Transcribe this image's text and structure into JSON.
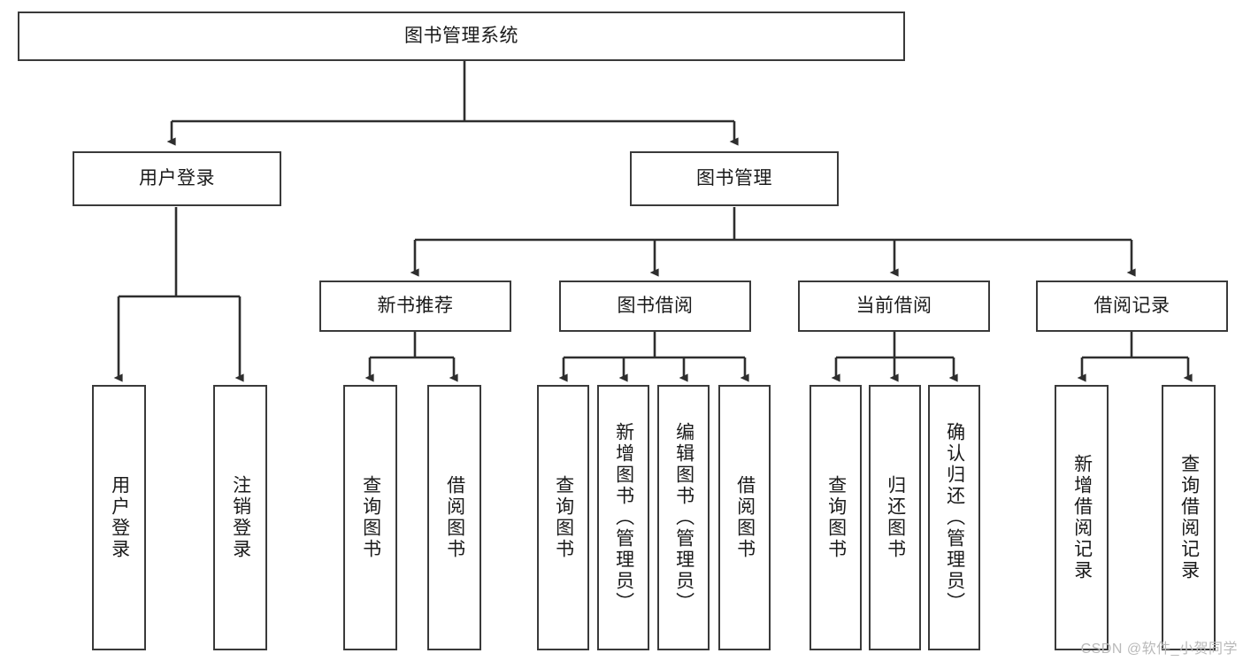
{
  "diagram": {
    "title": "图书管理系统",
    "type": "tree",
    "orientation": "top-down",
    "colors": {
      "box_border": "#3a3a3a",
      "box_fill": "#ffffff",
      "connector": "#2e2e2e",
      "text": "#1a1a1a",
      "watermark": "#b9b9b9",
      "background": "#ffffff"
    },
    "root": {
      "id": "root",
      "label": "图书管理系统"
    },
    "level2": [
      {
        "id": "user-login",
        "label": "用户登录"
      },
      {
        "id": "book-manage",
        "label": "图书管理"
      }
    ],
    "level3": [
      {
        "id": "new-book-rec",
        "label": "新书推荐",
        "parent": "book-manage"
      },
      {
        "id": "book-borrow",
        "label": "图书借阅",
        "parent": "book-manage"
      },
      {
        "id": "current-borrow",
        "label": "当前借阅",
        "parent": "book-manage"
      },
      {
        "id": "borrow-record",
        "label": "借阅记录",
        "parent": "book-manage"
      }
    ],
    "leaves": [
      {
        "id": "leaf-user-login",
        "label": "用户登录",
        "parent": "user-login"
      },
      {
        "id": "leaf-logout",
        "label": "注销登录",
        "parent": "user-login"
      },
      {
        "id": "leaf-query-book-1",
        "label": "查询图书",
        "parent": "new-book-rec"
      },
      {
        "id": "leaf-borrow-book-1",
        "label": "借阅图书",
        "parent": "new-book-rec"
      },
      {
        "id": "leaf-query-book-2",
        "label": "查询图书",
        "parent": "book-borrow"
      },
      {
        "id": "leaf-add-book",
        "label": "新增图书（管理员）",
        "parent": "book-borrow"
      },
      {
        "id": "leaf-edit-book",
        "label": "编辑图书（管理员）",
        "parent": "book-borrow"
      },
      {
        "id": "leaf-borrow-book-2",
        "label": "借阅图书",
        "parent": "book-borrow"
      },
      {
        "id": "leaf-query-book-3",
        "label": "查询图书",
        "parent": "current-borrow"
      },
      {
        "id": "leaf-return-book",
        "label": "归还图书",
        "parent": "current-borrow"
      },
      {
        "id": "leaf-confirm-return",
        "label": "确认归还（管理员）",
        "parent": "current-borrow"
      },
      {
        "id": "leaf-add-record",
        "label": "新增借阅记录",
        "parent": "borrow-record"
      },
      {
        "id": "leaf-query-record",
        "label": "查询借阅记录",
        "parent": "borrow-record"
      }
    ]
  },
  "watermark": {
    "text": "CSDN @软件_小贺同学"
  }
}
